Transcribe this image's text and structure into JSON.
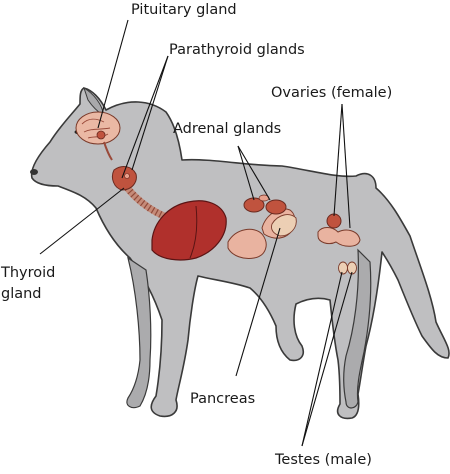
{
  "labels": {
    "pituitary": "Pituitary gland",
    "parathyroid": "Parathyroid glands",
    "ovaries": "Ovaries (female)",
    "adrenal": "Adrenal glands",
    "thyroid_line1": "Thyroid",
    "thyroid_line2": "gland",
    "pancreas": "Pancreas",
    "testes": "Testes (male)"
  },
  "colors": {
    "body_fill": "#bfbfc1",
    "body_stroke": "#3a3a3a",
    "organ_red": "#b0302c",
    "organ_pink": "#e9b3a0",
    "gland_rust": "#c0533e",
    "pancreas_cream": "#eccfb4",
    "leader_line": "#111111"
  }
}
